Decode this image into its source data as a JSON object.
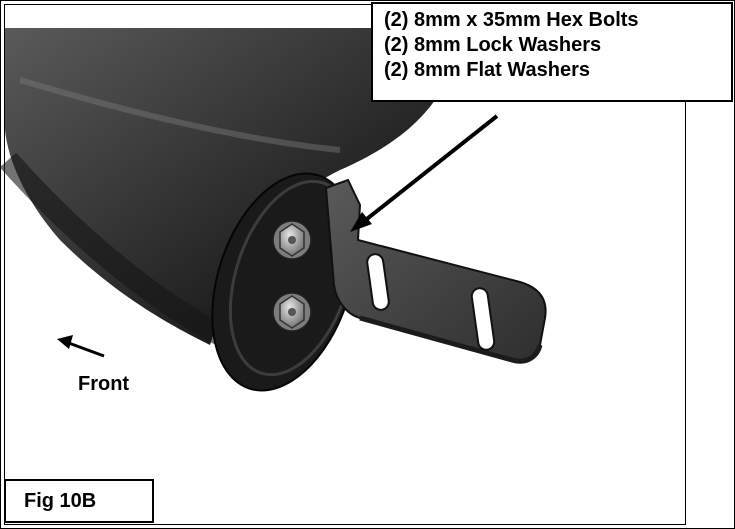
{
  "callout": {
    "lines": [
      "(2) 8mm x 35mm Hex Bolts",
      "(2) 8mm Lock Washers",
      "(2) 8mm Flat Washers"
    ]
  },
  "front_label": "Front",
  "figure_label": "Fig 10B",
  "colors": {
    "body_dark": "#2b2b2b",
    "bracket": "#3a3a3a",
    "bolt": "#9a9a9a"
  }
}
